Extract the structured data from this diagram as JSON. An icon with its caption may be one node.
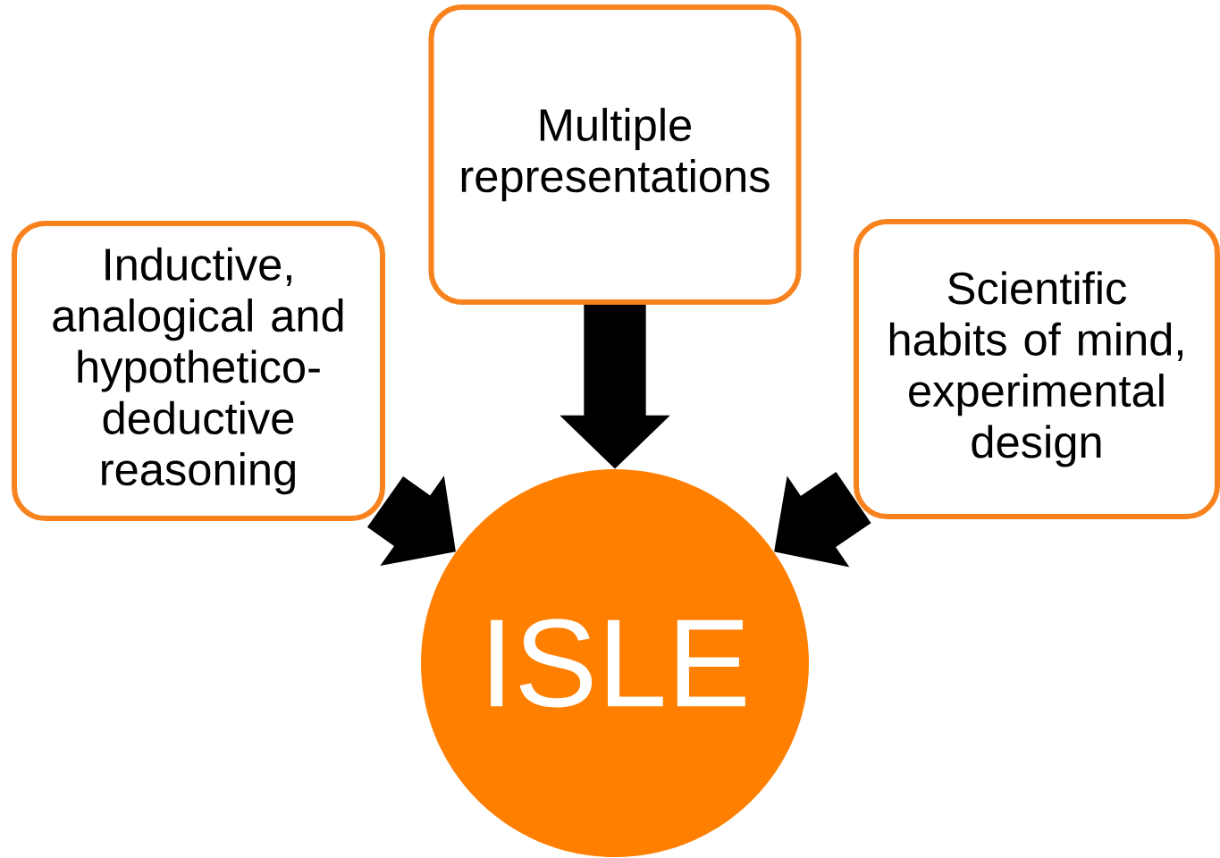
{
  "diagram": {
    "nodes": [
      {
        "text": [
          "Inductive, analogical and hypothetico-deductive reasoning"
        ]
      },
      {
        "text": [
          "Multiple representations"
        ]
      },
      {
        "text": [
          "Scientific habits of mind, experimental design"
        ]
      },
      {
        "text": [
          "ISLE"
        ]
      }
    ],
    "edges": [
      {
        "from": 0,
        "to": 3,
        "arrow": "to"
      },
      {
        "from": 1,
        "to": 3,
        "arrow": "to"
      },
      {
        "from": 2,
        "to": 3,
        "arrow": "to"
      }
    ]
  }
}
